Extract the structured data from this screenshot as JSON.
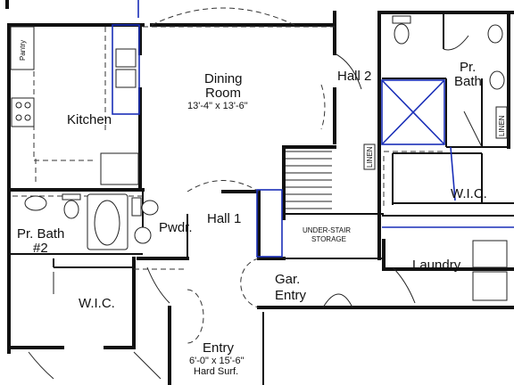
{
  "plan": {
    "rooms": {
      "kitchen": "Kitchen",
      "pantry": "Pantry",
      "dining": "Dining",
      "dining_room": "Room",
      "dining_dims": "13'-4\" x 13'-6\"",
      "hall2": "Hall 2",
      "pr_bath": "Pr.",
      "pr_bath2": "Bath",
      "linen_upper": "LINEN",
      "linen_mid": "LINEN",
      "wic_right": "W.I.C.",
      "laundry": "Laundry",
      "under_stair_1": "UNDER-STAIR",
      "under_stair_2": "STORAGE",
      "hall1": "Hall 1",
      "pwdr": "Pwdr.",
      "pr_bath2_left": "Pr. Bath",
      "pr_bath2_num": "#2",
      "wic_left": "W.I.C.",
      "gar": "Gar.",
      "entry_gar": "Entry",
      "entry": "Entry",
      "entry_dims": "6'-0\" x 15'-6\"",
      "entry_surf": "Hard Surf."
    }
  }
}
